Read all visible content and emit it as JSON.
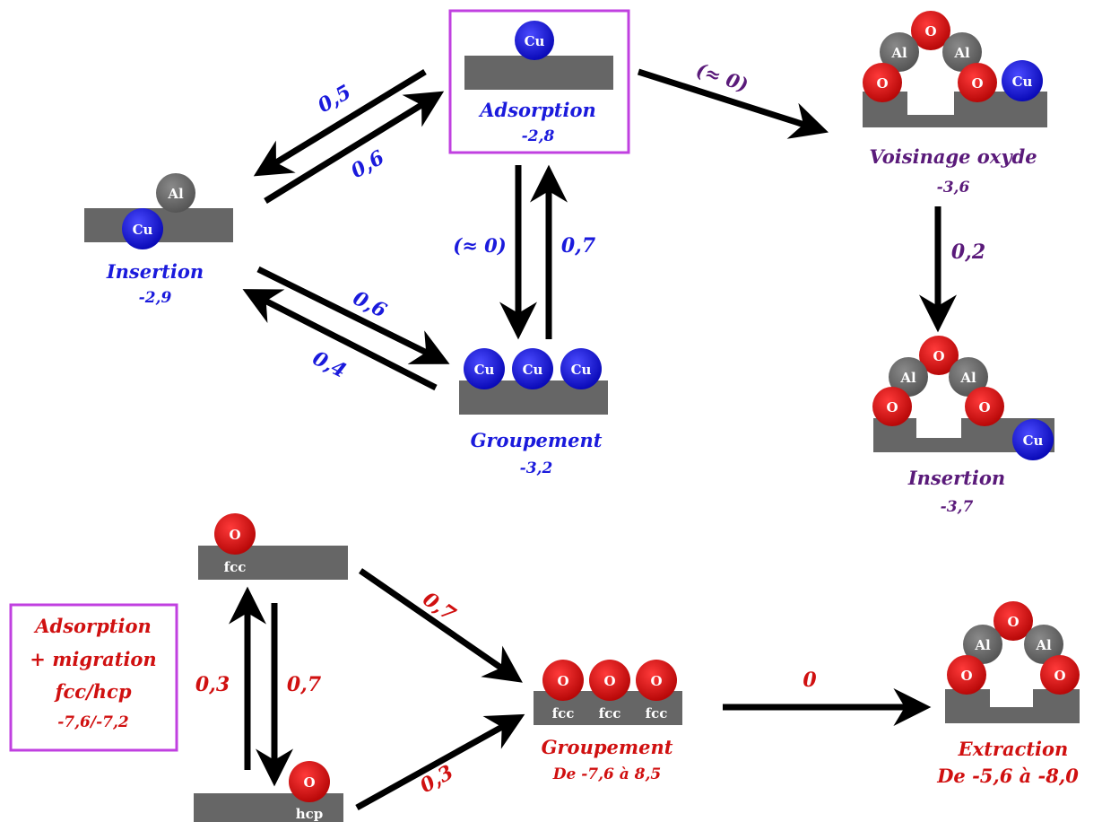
{
  "colors": {
    "blue": "#1a1adc",
    "purple": "#5a1a7a",
    "red": "#d01010",
    "box": "#c040e0",
    "surface": "#666666",
    "cu": "#1515e0",
    "al": "#707070",
    "o": "#dd1111",
    "arrow": "#000000"
  },
  "atoms": {
    "cu": "Cu",
    "al": "Al",
    "o": "O"
  },
  "sites": {
    "fcc": "fcc",
    "hcp": "hcp"
  },
  "cu_diagram": {
    "adsorption": {
      "name": "Adsorption",
      "energy": "-2,8"
    },
    "insertion": {
      "name": "Insertion",
      "energy": "-2,9"
    },
    "groupement": {
      "name": "Groupement",
      "energy": "-3,2"
    },
    "voisinage": {
      "name": "Voisinage oxyde",
      "energy": "-3,6"
    },
    "insertion_oxide": {
      "name": "Insertion",
      "energy": "-3,7"
    },
    "rates": {
      "ads_to_ins": "0,5",
      "ins_to_ads": "0,6",
      "ads_to_grp": "(≈ 0)",
      "grp_to_ads": "0,7",
      "ins_to_grp": "0,6",
      "grp_to_ins": "0,4",
      "ads_to_vois": "(≈ 0)",
      "vois_to_ins": "0,2"
    }
  },
  "o_diagram": {
    "box": {
      "line1": "Adsorption",
      "line2": "+ migration",
      "line3": "fcc/hcp",
      "energy": "-7,6/-7,2"
    },
    "groupement": {
      "name": "Groupement",
      "energy": "De -7,6 à 8,5"
    },
    "extraction": {
      "name": "Extraction",
      "energy": "De -5,6 à -8,0"
    },
    "rates": {
      "fcc_to_hcp": "0,7",
      "hcp_to_fcc": "0,3",
      "fcc_to_grp": "0,7",
      "hcp_to_grp": "0,3",
      "grp_to_ext": "0"
    }
  }
}
